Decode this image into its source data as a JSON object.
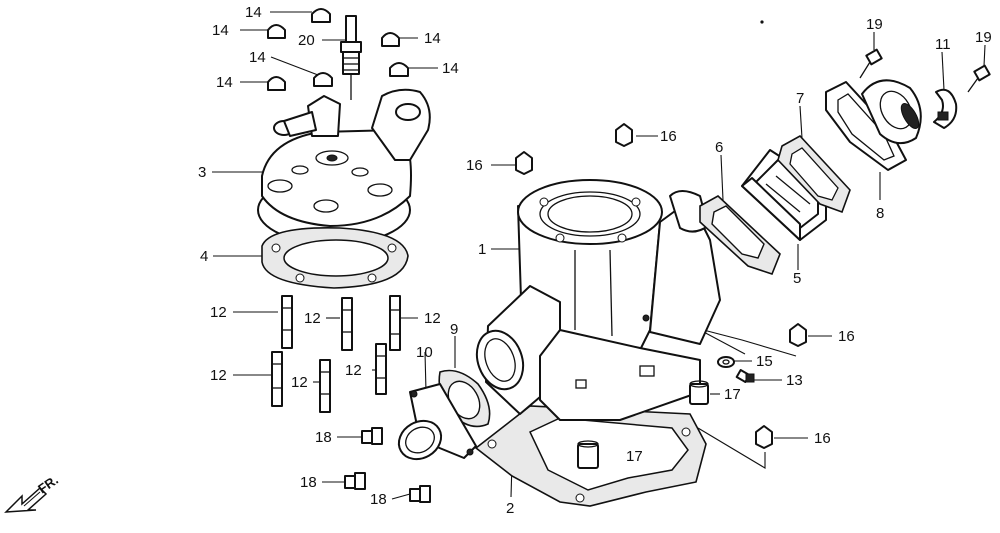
{
  "direction_marker": {
    "text": "FR.",
    "icon": "front-arrow-icon"
  },
  "callouts": [
    {
      "id": "c14a",
      "text": "14"
    },
    {
      "id": "c14b",
      "text": "14"
    },
    {
      "id": "c14c",
      "text": "14"
    },
    {
      "id": "c14d",
      "text": "14"
    },
    {
      "id": "c14e",
      "text": "14"
    },
    {
      "id": "c14f",
      "text": "14"
    },
    {
      "id": "c20",
      "text": "20"
    },
    {
      "id": "c3",
      "text": "3"
    },
    {
      "id": "c4",
      "text": "4"
    },
    {
      "id": "c12a",
      "text": "12"
    },
    {
      "id": "c12b",
      "text": "12"
    },
    {
      "id": "c12c",
      "text": "12"
    },
    {
      "id": "c12d",
      "text": "12"
    },
    {
      "id": "c12e",
      "text": "12"
    },
    {
      "id": "c12f",
      "text": "12"
    },
    {
      "id": "c10",
      "text": "10"
    },
    {
      "id": "c9",
      "text": "9"
    },
    {
      "id": "c18a",
      "text": "18"
    },
    {
      "id": "c18b",
      "text": "18"
    },
    {
      "id": "c18c",
      "text": "18"
    },
    {
      "id": "c2",
      "text": "2"
    },
    {
      "id": "c1",
      "text": "1"
    },
    {
      "id": "c16a",
      "text": "16"
    },
    {
      "id": "c16b",
      "text": "16"
    },
    {
      "id": "c16c",
      "text": "16"
    },
    {
      "id": "c16d",
      "text": "16"
    },
    {
      "id": "c17a",
      "text": "17"
    },
    {
      "id": "c17b",
      "text": "17"
    },
    {
      "id": "c15",
      "text": "15"
    },
    {
      "id": "c13",
      "text": "13"
    },
    {
      "id": "c6",
      "text": "6"
    },
    {
      "id": "c5",
      "text": "5"
    },
    {
      "id": "c7",
      "text": "7"
    },
    {
      "id": "c8",
      "text": "8"
    },
    {
      "id": "c11",
      "text": "11"
    },
    {
      "id": "c19a",
      "text": "19"
    },
    {
      "id": "c19b",
      "text": "19"
    }
  ]
}
